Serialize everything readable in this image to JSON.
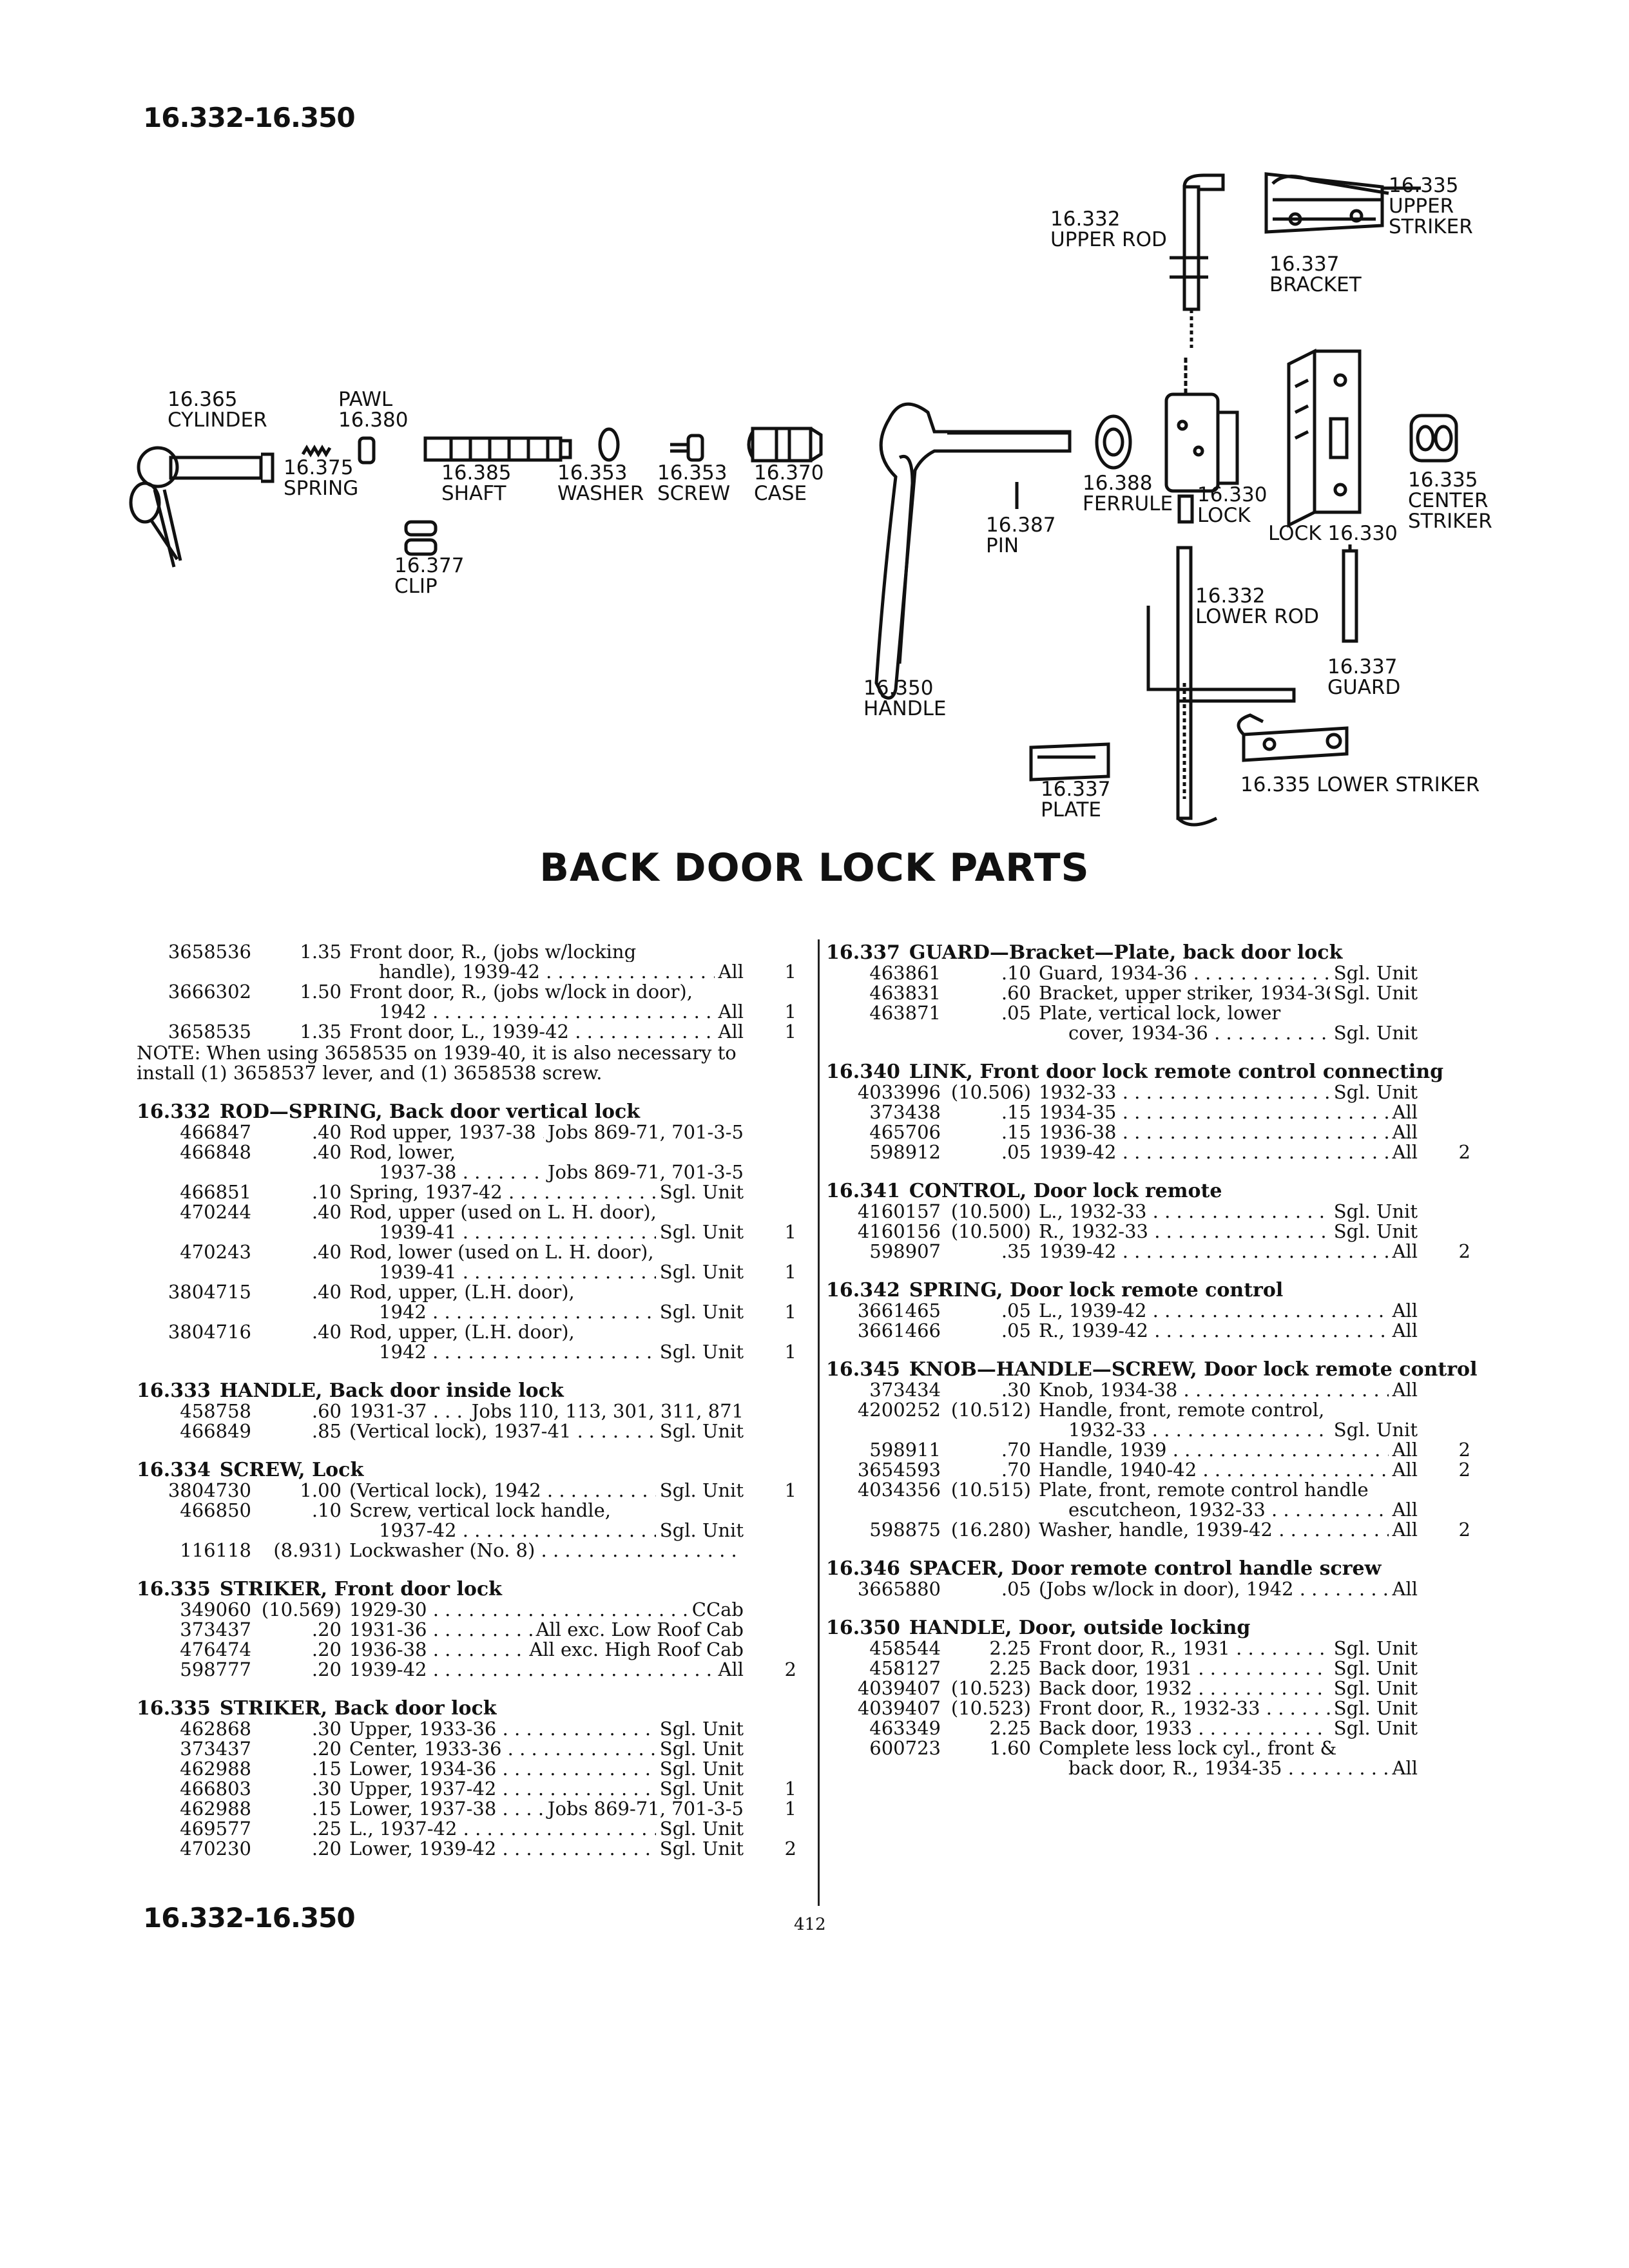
{
  "header_range": "16.332-16.350",
  "footer_range": "16.332-16.350",
  "page_number": "412",
  "title": "BACK DOOR LOCK PARTS",
  "diagram_labels": {
    "upper_rod": [
      "16.332",
      "UPPER ROD"
    ],
    "upper_striker": [
      "16.335",
      "UPPER",
      "STRIKER"
    ],
    "bracket": [
      "16.337",
      "BRACKET"
    ],
    "cylinder": [
      "16.365",
      "CYLINDER"
    ],
    "pawl": [
      "PAWL",
      "16.380"
    ],
    "spring": [
      "16.375",
      "SPRING"
    ],
    "shaft": [
      "16.385",
      "SHAFT"
    ],
    "washer": [
      "16.353",
      "WASHER"
    ],
    "screw": [
      "16.353",
      "SCREW"
    ],
    "case": [
      "16.370",
      "CASE"
    ],
    "clip": [
      "16.377",
      "CLIP"
    ],
    "pin": [
      "16.387",
      "PIN"
    ],
    "ferrule": [
      "16.388",
      "FERRULE"
    ],
    "lock": [
      "16.330",
      "LOCK"
    ],
    "lock2": "LOCK 16.330",
    "center_striker": [
      "16.335",
      "CENTER",
      "STRIKER"
    ],
    "lower_rod": [
      "16.332",
      "LOWER ROD"
    ],
    "guard": [
      "16.337",
      "GUARD"
    ],
    "handle": [
      "16.350",
      "HANDLE"
    ],
    "plate": [
      "16.337",
      "PLATE"
    ],
    "lower_striker": "16.335 LOWER STRIKER"
  },
  "left_column": [
    {
      "type": "row",
      "pn": "3658536",
      "pr": "1.35",
      "desc": "Front door, R., (jobs w/locking"
    },
    {
      "type": "row",
      "pn": "",
      "pr": "",
      "desc": "handle), 1939-42",
      "apply": "All",
      "qty": "1",
      "indent": true
    },
    {
      "type": "row",
      "pn": "3666302",
      "pr": "1.50",
      "desc": "Front door, R., (jobs w/lock in door),"
    },
    {
      "type": "row",
      "pn": "",
      "pr": "",
      "desc": "1942",
      "apply": "All",
      "qty": "1",
      "indent": true
    },
    {
      "type": "row",
      "pn": "3658535",
      "pr": "1.35",
      "desc": "Front door, L., 1939-42",
      "apply": "All",
      "qty": "1"
    },
    {
      "type": "note",
      "text": "NOTE: When using 3658535 on 1939-40, it is also necessary to install (1) 3658537 lever, and (1) 3658538 screw."
    },
    {
      "type": "section",
      "num": "16.332",
      "name": "ROD—SPRING, Back door vertical lock"
    },
    {
      "type": "row",
      "pn": "466847",
      "pr": ".40",
      "desc": "Rod upper, 1937-38",
      "apply": "Jobs 869-71, 701-3-5"
    },
    {
      "type": "row",
      "pn": "466848",
      "pr": ".40",
      "desc": "Rod, lower,"
    },
    {
      "type": "row",
      "pn": "",
      "pr": "",
      "desc": "1937-38",
      "apply": "Jobs 869-71, 701-3-5",
      "indent": true
    },
    {
      "type": "row",
      "pn": "466851",
      "pr": ".10",
      "desc": "Spring, 1937-42",
      "apply": "Sgl. Unit"
    },
    {
      "type": "row",
      "pn": "470244",
      "pr": ".40",
      "desc": "Rod, upper (used on L. H. door),"
    },
    {
      "type": "row",
      "pn": "",
      "pr": "",
      "desc": "1939-41",
      "apply": "Sgl. Unit",
      "qty": "1",
      "indent": true
    },
    {
      "type": "row",
      "pn": "470243",
      "pr": ".40",
      "desc": "Rod, lower (used on L. H. door),"
    },
    {
      "type": "row",
      "pn": "",
      "pr": "",
      "desc": "1939-41",
      "apply": "Sgl. Unit",
      "qty": "1",
      "indent": true
    },
    {
      "type": "row",
      "pn": "3804715",
      "pr": ".40",
      "desc": "Rod, upper, (L.H. door),"
    },
    {
      "type": "row",
      "pn": "",
      "pr": "",
      "desc": "1942",
      "apply": "Sgl. Unit",
      "qty": "1",
      "indent": true
    },
    {
      "type": "row",
      "pn": "3804716",
      "pr": ".40",
      "desc": "Rod, upper, (L.H. door),"
    },
    {
      "type": "row",
      "pn": "",
      "pr": "",
      "desc": "1942",
      "apply": "Sgl. Unit",
      "qty": "1",
      "indent": true
    },
    {
      "type": "section",
      "num": "16.333",
      "name": "HANDLE, Back door inside lock"
    },
    {
      "type": "row",
      "pn": "458758",
      "pr": ".60",
      "desc": "1931-37",
      "apply": "Jobs 110, 113, 301, 311, 871"
    },
    {
      "type": "row",
      "pn": "466849",
      "pr": ".85",
      "desc": "(Vertical lock), 1937-41",
      "apply": "Sgl. Unit"
    },
    {
      "type": "section",
      "num": "16.334",
      "name": "SCREW, Lock"
    },
    {
      "type": "row",
      "pn": "3804730",
      "pr": "1.00",
      "desc": "(Vertical lock), 1942",
      "apply": "Sgl. Unit",
      "qty": "1"
    },
    {
      "type": "row",
      "pn": "466850",
      "pr": ".10",
      "desc": "Screw, vertical lock handle,"
    },
    {
      "type": "row",
      "pn": "",
      "pr": "",
      "desc": "1937-42",
      "apply": "Sgl. Unit",
      "indent": true
    },
    {
      "type": "row",
      "pn": "116118",
      "pr": "(8.931)",
      "desc": "Lockwasher (No. 8)",
      "apply": ""
    },
    {
      "type": "section",
      "num": "16.335",
      "name": "STRIKER, Front door lock"
    },
    {
      "type": "row",
      "pn": "349060",
      "pr": "(10.569)",
      "desc": "1929-30",
      "apply": "CCab"
    },
    {
      "type": "row",
      "pn": "373437",
      "pr": ".20",
      "desc": "1931-36",
      "apply": "All exc. Low Roof Cab"
    },
    {
      "type": "row",
      "pn": "476474",
      "pr": ".20",
      "desc": "1936-38",
      "apply": "All exc. High Roof Cab"
    },
    {
      "type": "row",
      "pn": "598777",
      "pr": ".20",
      "desc": "1939-42",
      "apply": "All",
      "qty": "2"
    },
    {
      "type": "section",
      "num": "16.335",
      "name": "STRIKER, Back door lock"
    },
    {
      "type": "row",
      "pn": "462868",
      "pr": ".30",
      "desc": "Upper, 1933-36",
      "apply": "Sgl. Unit"
    },
    {
      "type": "row",
      "pn": "373437",
      "pr": ".20",
      "desc": "Center, 1933-36",
      "apply": "Sgl. Unit"
    },
    {
      "type": "row",
      "pn": "462988",
      "pr": ".15",
      "desc": "Lower, 1934-36",
      "apply": "Sgl. Unit"
    },
    {
      "type": "row",
      "pn": "466803",
      "pr": ".30",
      "desc": "Upper, 1937-42",
      "apply": "Sgl. Unit",
      "qty": "1"
    },
    {
      "type": "row",
      "pn": "462988",
      "pr": ".15",
      "desc": "Lower, 1937-38",
      "apply": "Jobs 869-71, 701-3-5",
      "qty": "1"
    },
    {
      "type": "row",
      "pn": "469577",
      "pr": ".25",
      "desc": "L., 1937-42",
      "apply": "Sgl. Unit"
    },
    {
      "type": "row",
      "pn": "470230",
      "pr": ".20",
      "desc": "Lower, 1939-42",
      "apply": "Sgl. Unit",
      "qty": "2"
    }
  ],
  "right_column": [
    {
      "type": "section",
      "num": "16.337",
      "name": "GUARD—Bracket—Plate, back door lock",
      "first": true
    },
    {
      "type": "row",
      "pn": "463861",
      "pr": ".10",
      "desc": "Guard, 1934-36",
      "apply": "Sgl. Unit"
    },
    {
      "type": "row",
      "pn": "463831",
      "pr": ".60",
      "desc": "Bracket, upper striker, 1934-36",
      "apply": "Sgl. Unit"
    },
    {
      "type": "row",
      "pn": "463871",
      "pr": ".05",
      "desc": "Plate, vertical lock, lower"
    },
    {
      "type": "row",
      "pn": "",
      "pr": "",
      "desc": "cover, 1934-36",
      "apply": "Sgl. Unit",
      "indent": true
    },
    {
      "type": "section",
      "num": "16.340",
      "name": "LINK, Front door lock remote control connecting"
    },
    {
      "type": "row",
      "pn": "4033996",
      "pr": "(10.506)",
      "desc": "1932-33",
      "apply": "Sgl. Unit"
    },
    {
      "type": "row",
      "pn": "373438",
      "pr": ".15",
      "desc": "1934-35",
      "apply": "All"
    },
    {
      "type": "row",
      "pn": "465706",
      "pr": ".15",
      "desc": "1936-38",
      "apply": "All"
    },
    {
      "type": "row",
      "pn": "598912",
      "pr": ".05",
      "desc": "1939-42",
      "apply": "All",
      "qty": "2"
    },
    {
      "type": "section",
      "num": "16.341",
      "name": "CONTROL, Door lock remote"
    },
    {
      "type": "row",
      "pn": "4160157",
      "pr": "(10.500)",
      "desc": "L., 1932-33",
      "apply": "Sgl. Unit"
    },
    {
      "type": "row",
      "pn": "4160156",
      "pr": "(10.500)",
      "desc": "R., 1932-33",
      "apply": "Sgl. Unit"
    },
    {
      "type": "row",
      "pn": "598907",
      "pr": ".35",
      "desc": "1939-42",
      "apply": "All",
      "qty": "2"
    },
    {
      "type": "section",
      "num": "16.342",
      "name": "SPRING, Door lock remote control"
    },
    {
      "type": "row",
      "pn": "3661465",
      "pr": ".05",
      "desc": "L., 1939-42",
      "apply": "All"
    },
    {
      "type": "row",
      "pn": "3661466",
      "pr": ".05",
      "desc": "R., 1939-42",
      "apply": "All"
    },
    {
      "type": "section",
      "num": "16.345",
      "name": "KNOB—HANDLE—SCREW, Door lock remote control"
    },
    {
      "type": "row",
      "pn": "373434",
      "pr": ".30",
      "desc": "Knob, 1934-38",
      "apply": "All"
    },
    {
      "type": "row",
      "pn": "4200252",
      "pr": "(10.512)",
      "desc": "Handle, front, remote control,"
    },
    {
      "type": "row",
      "pn": "",
      "pr": "",
      "desc": "1932-33",
      "apply": "Sgl. Unit",
      "indent": true
    },
    {
      "type": "row",
      "pn": "598911",
      "pr": ".70",
      "desc": "Handle, 1939",
      "apply": "All",
      "qty": "2"
    },
    {
      "type": "row",
      "pn": "3654593",
      "pr": ".70",
      "desc": "Handle, 1940-42",
      "apply": "All",
      "qty": "2"
    },
    {
      "type": "row",
      "pn": "4034356",
      "pr": "(10.515)",
      "desc": "Plate, front, remote control handle"
    },
    {
      "type": "row",
      "pn": "",
      "pr": "",
      "desc": "escutcheon, 1932-33",
      "apply": "All",
      "indent": true
    },
    {
      "type": "row",
      "pn": "598875",
      "pr": "(16.280)",
      "desc": "Washer, handle, 1939-42",
      "apply": "All",
      "qty": "2"
    },
    {
      "type": "section",
      "num": "16.346",
      "name": "SPACER, Door remote control handle screw"
    },
    {
      "type": "row",
      "pn": "3665880",
      "pr": ".05",
      "desc": "(Jobs w/lock in door), 1942",
      "apply": "All"
    },
    {
      "type": "section",
      "num": "16.350",
      "name": "HANDLE, Door, outside locking"
    },
    {
      "type": "row",
      "pn": "458544",
      "pr": "2.25",
      "desc": "Front door, R., 1931",
      "apply": "Sgl. Unit"
    },
    {
      "type": "row",
      "pn": "458127",
      "pr": "2.25",
      "desc": "Back door, 1931",
      "apply": "Sgl. Unit"
    },
    {
      "type": "row",
      "pn": "4039407",
      "pr": "(10.523)",
      "desc": "Back door, 1932",
      "apply": "Sgl. Unit"
    },
    {
      "type": "row",
      "pn": "4039407",
      "pr": "(10.523)",
      "desc": "Front door, R., 1932-33",
      "apply": "Sgl. Unit"
    },
    {
      "type": "row",
      "pn": "463349",
      "pr": "2.25",
      "desc": "Back door, 1933",
      "apply": "Sgl. Unit"
    },
    {
      "type": "row",
      "pn": "600723",
      "pr": "1.60",
      "desc": "Complete less lock cyl., front &"
    },
    {
      "type": "row",
      "pn": "",
      "pr": "",
      "desc": "back door, R., 1934-35",
      "apply": "All",
      "indent": true
    }
  ]
}
